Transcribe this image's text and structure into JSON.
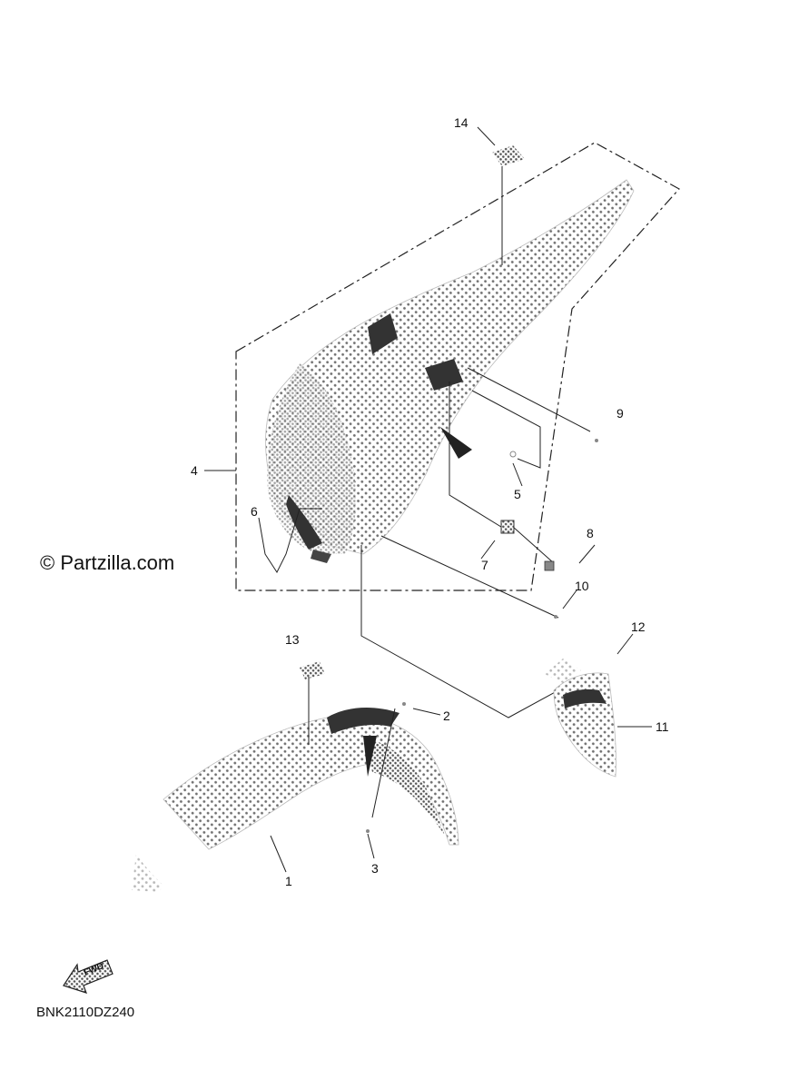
{
  "watermark": "© Partzilla.com",
  "diagram_code": "BNK2110DZ240",
  "fwd_label": "FWD",
  "callouts": [
    {
      "id": "c1",
      "text": "1"
    },
    {
      "id": "c2",
      "text": "2"
    },
    {
      "id": "c3",
      "text": "3"
    },
    {
      "id": "c4",
      "text": "4"
    },
    {
      "id": "c5",
      "text": "5"
    },
    {
      "id": "c6",
      "text": "6"
    },
    {
      "id": "c7",
      "text": "7"
    },
    {
      "id": "c8",
      "text": "8"
    },
    {
      "id": "c9",
      "text": "9"
    },
    {
      "id": "c10",
      "text": "10"
    },
    {
      "id": "c11",
      "text": "11"
    },
    {
      "id": "c12",
      "text": "12"
    },
    {
      "id": "c13",
      "text": "13"
    },
    {
      "id": "c14",
      "text": "14"
    }
  ],
  "colors": {
    "line": "#222222",
    "dots": "#6f6f6f"
  }
}
